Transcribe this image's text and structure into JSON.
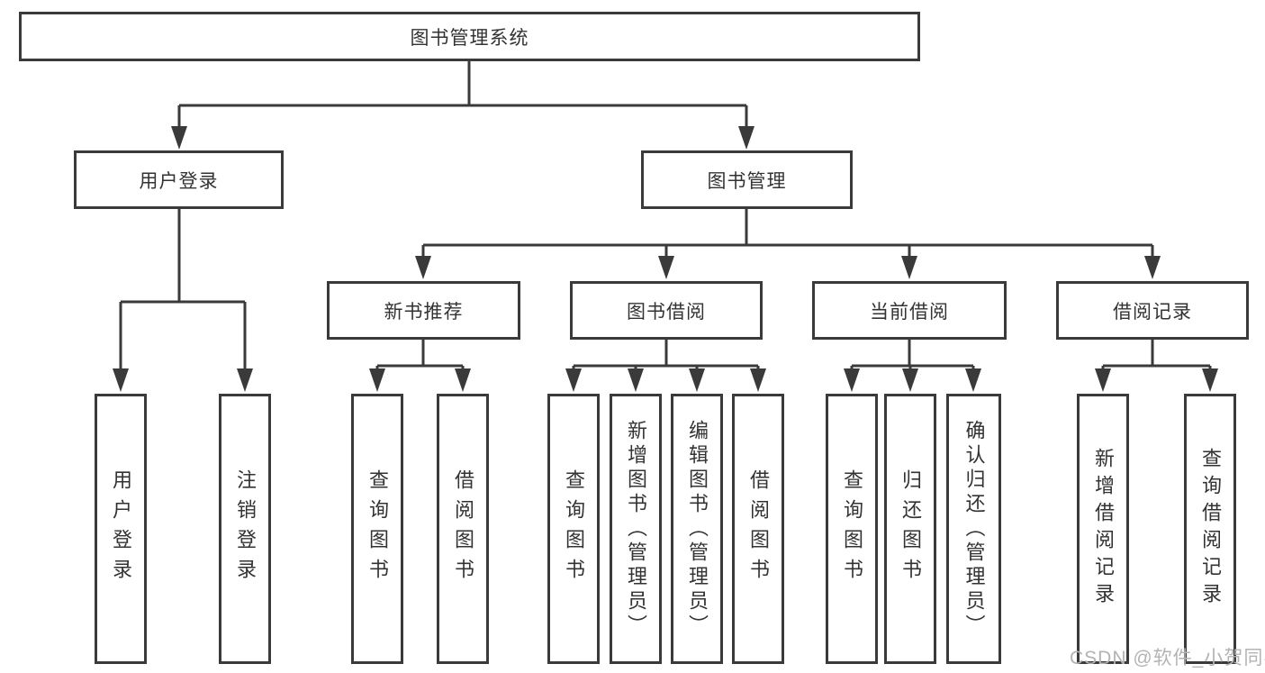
{
  "colors": {
    "line": "#3a3a3a",
    "box_border": "#3a3a3a",
    "text": "#333333",
    "background": "#ffffff",
    "watermark": "#b3b3b3"
  },
  "diagram": {
    "root": "图书管理系统",
    "level2": {
      "user_login": "用户登录",
      "book_mgmt": "图书管理"
    },
    "level3": {
      "new_books": "新书推荐",
      "book_borrow": "图书借阅",
      "current_borrow": "当前借阅",
      "borrow_records": "借阅记录"
    },
    "leaves": {
      "user_login": "用户登录",
      "logout": "注销登录",
      "newbooks_query": "查询图书",
      "newbooks_borrow": "借阅图书",
      "borrow_query": "查询图书",
      "borrow_add": "新增图书（管理员）",
      "borrow_edit": "编辑图书（管理员）",
      "borrow_borrow": "借阅图书",
      "current_query": "查询图书",
      "current_return": "归还图书",
      "current_confirm": "确认归还（管理员）",
      "records_add": "新增借阅记录",
      "records_query": "查询借阅记录"
    }
  },
  "watermark": "CSDN @软件_小贺同学"
}
